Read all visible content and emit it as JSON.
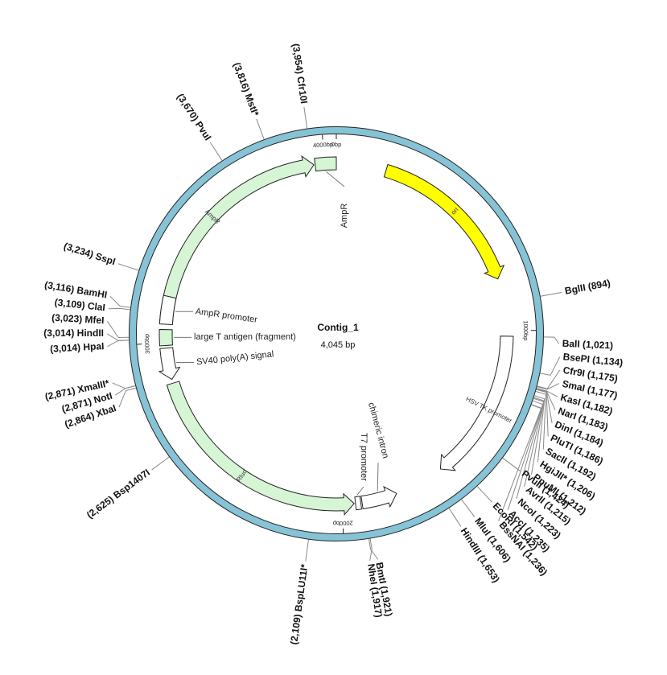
{
  "plasmid": {
    "name": "Contig_1",
    "length_label": "4,045 bp",
    "length": 4045
  },
  "colors": {
    "backbone": "#86c3d6",
    "ampr": "#d5f5d5",
    "ori": "#ffff00",
    "outline": "#222222"
  },
  "ticks": [
    {
      "pos": 0,
      "label": "0bp"
    },
    {
      "pos": 1000,
      "label": "1000bp"
    },
    {
      "pos": 2000,
      "label": "2000bp"
    },
    {
      "pos": 3000,
      "label": "3000bp"
    },
    {
      "pos": 4000,
      "label": "4000bp"
    }
  ],
  "sites": [
    {
      "label": "(3,954) Cfr10I",
      "pos": 3954,
      "side": "left"
    },
    {
      "label": "(3,816) MstI*",
      "pos": 3816,
      "side": "left"
    },
    {
      "label": "(3,670) PvuI",
      "pos": 3670,
      "side": "left"
    },
    {
      "label": "(3,234) SspI",
      "pos": 3234,
      "side": "left"
    },
    {
      "label": "(3,116) BamHI",
      "pos": 3116,
      "side": "left"
    },
    {
      "label": "(3,109) ClaI",
      "pos": 3109,
      "side": "left"
    },
    {
      "label": "(3,023) MfeI",
      "pos": 3023,
      "side": "left"
    },
    {
      "label": "(3,014) HindII",
      "pos": 3014,
      "side": "left"
    },
    {
      "label": "(3,014) HpaI",
      "pos": 3014,
      "side": "left"
    },
    {
      "label": "(2,871) XmaIII*",
      "pos": 2871,
      "side": "left"
    },
    {
      "label": "(2,871) NotI",
      "pos": 2871,
      "side": "left"
    },
    {
      "label": "(2,864) XbaI",
      "pos": 2864,
      "side": "left"
    },
    {
      "label": "(2,625) Bsp1407I",
      "pos": 2625,
      "side": "left"
    },
    {
      "label": "(2,109) BspLU11I*",
      "pos": 2109,
      "side": "left"
    },
    {
      "label": "BglII (894)",
      "pos": 894,
      "side": "right"
    },
    {
      "label": "BalI (1,021)",
      "pos": 1021,
      "side": "right"
    },
    {
      "label": "BsePI (1,134)",
      "pos": 1134,
      "side": "right"
    },
    {
      "label": "Cfr9I (1,175)",
      "pos": 1175,
      "side": "right"
    },
    {
      "label": "SmaI (1,177)",
      "pos": 1177,
      "side": "right"
    },
    {
      "label": "KasI (1,182)",
      "pos": 1182,
      "side": "right"
    },
    {
      "label": "NarI (1,183)",
      "pos": 1183,
      "side": "right"
    },
    {
      "label": "DinI (1,184)",
      "pos": 1184,
      "side": "right"
    },
    {
      "label": "PluTI (1,186)",
      "pos": 1186,
      "side": "right"
    },
    {
      "label": "SacII (1,192)",
      "pos": 1192,
      "side": "right"
    },
    {
      "label": "HgiJII* (1,206)",
      "pos": 1206,
      "side": "right"
    },
    {
      "label": "PpuMI (1,212)",
      "pos": 1212,
      "side": "right"
    },
    {
      "label": "AvrII (1,215)",
      "pos": 1215,
      "side": "right"
    },
    {
      "label": "NcoI (1,223)",
      "pos": 1223,
      "side": "right"
    },
    {
      "label": "AccI (1,235)",
      "pos": 1235,
      "side": "right"
    },
    {
      "label": "BssNAI (1,236)",
      "pos": 1236,
      "side": "right"
    },
    {
      "label": "PvuII (1,424)",
      "pos": 1424,
      "side": "right"
    },
    {
      "label": "EcoRI (1,542)",
      "pos": 1542,
      "side": "right"
    },
    {
      "label": "MluI (1,606)",
      "pos": 1606,
      "side": "right"
    },
    {
      "label": "HindIII (1,653)",
      "pos": 1653,
      "side": "right"
    },
    {
      "label": "NheI (1,917)",
      "pos": 1917,
      "side": "right"
    },
    {
      "label": "BmtI (1,921)",
      "pos": 1921,
      "side": "right"
    }
  ],
  "features": [
    {
      "name": "AmpR",
      "start": 3080,
      "end": 3960,
      "direction": "cw",
      "color": "#d5f5d5",
      "inner_label": "AmpR"
    },
    {
      "name": "AmpR",
      "start": 3965,
      "end": 4045,
      "direction": "box",
      "color": "#d5f5d5",
      "outer_label": "AmpR"
    },
    {
      "name": "ori",
      "start": 190,
      "end": 800,
      "direction": "cw",
      "color": "#ffff00",
      "inner_label": "ori"
    },
    {
      "name": "AmpR promoter",
      "start": 3070,
      "end": 3175,
      "direction": "box",
      "color": "#ffffff",
      "outer_label": "AmpR promoter"
    },
    {
      "name": "large T antigen (fragment)",
      "start": 2990,
      "end": 3050,
      "direction": "box",
      "color": "#d5f5d5",
      "outer_label": "large T antigen (fragment)"
    },
    {
      "name": "SV40 poly(A) signal",
      "start": 2860,
      "end": 2980,
      "direction": "ccw",
      "color": "#ffffff",
      "outer_label": "SV40 poly(A) signal"
    },
    {
      "name": "HSV TK promoter",
      "start": 1020,
      "end": 1600,
      "direction": "cw",
      "color": "#ffffff",
      "inner_label": "HSV TK promoter"
    },
    {
      "name": "chimeric intron",
      "start": 1790,
      "end": 1925,
      "direction": "ccw",
      "color": "#ffffff",
      "outer_label": "chimeric intron"
    },
    {
      "name": "T7 promoter",
      "start": 1930,
      "end": 1950,
      "direction": "box",
      "color": "#ffffff",
      "outer_label": "T7 promoter"
    },
    {
      "name": "Rluc",
      "start": 1955,
      "end": 2845,
      "direction": "ccw",
      "color": "#d5f5d5",
      "inner_label": "Rluc"
    }
  ]
}
